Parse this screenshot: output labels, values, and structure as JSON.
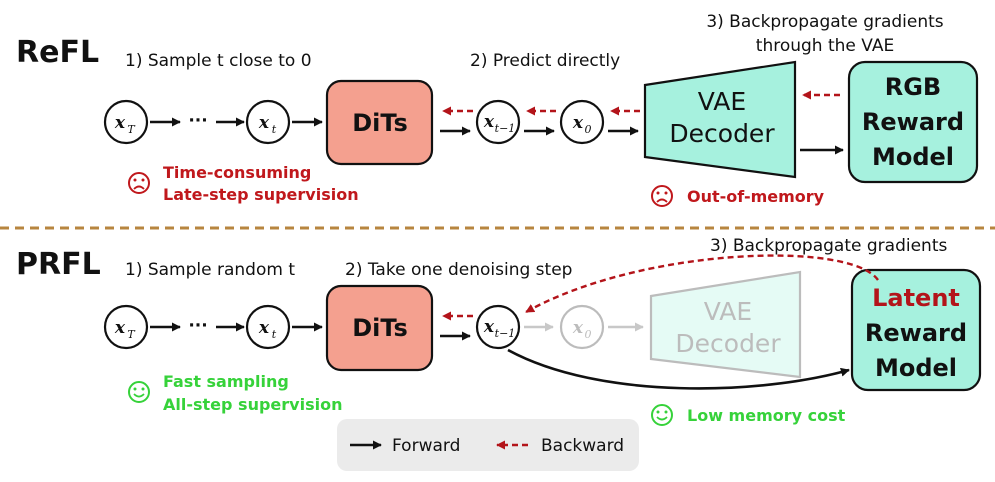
{
  "refl": {
    "title": "ReFL",
    "step1": "1) Sample t close to 0",
    "step2": "2) Predict directly",
    "step3_line1": "3) Backpropagate gradients",
    "step3_line2": "through the VAE",
    "dits": "DiTs",
    "decoder_line1": "VAE",
    "decoder_line2": "Decoder",
    "reward_line1": "RGB",
    "reward_line2": "Reward",
    "reward_line3": "Model",
    "con1": "Time-consuming",
    "con2": "Late-step supervision",
    "con3": "Out-of-memory"
  },
  "prfl": {
    "title": "PRFL",
    "step1": "1) Sample random t",
    "step2": "2) Take one denoising step",
    "step3": "3) Backpropagate gradients",
    "dits": "DiTs",
    "decoder_line1": "VAE",
    "decoder_line2": "Decoder",
    "reward_line1": "Latent",
    "reward_line2": "Reward",
    "reward_line3": "Model",
    "pro1": "Fast sampling",
    "pro2": "All-step supervision",
    "pro3": "Low memory cost"
  },
  "nodes": {
    "x": "x",
    "sub_T": "T",
    "sub_t": "t",
    "sub_t_minus_1": "t−1",
    "sub_0": "0",
    "ellipsis": "···"
  },
  "legend": {
    "forward": "Forward",
    "backward": "Backward"
  },
  "colors": {
    "dits_fill": "#f4a08f",
    "decoder_fill": "#a6f1de",
    "reward_fill": "#a6f1de",
    "backward_arrow": "#b3141a",
    "negative_text": "#c0181c",
    "positive_text": "#36d23a",
    "divider": "#b7853f",
    "legend_bg": "#ebebeb"
  }
}
